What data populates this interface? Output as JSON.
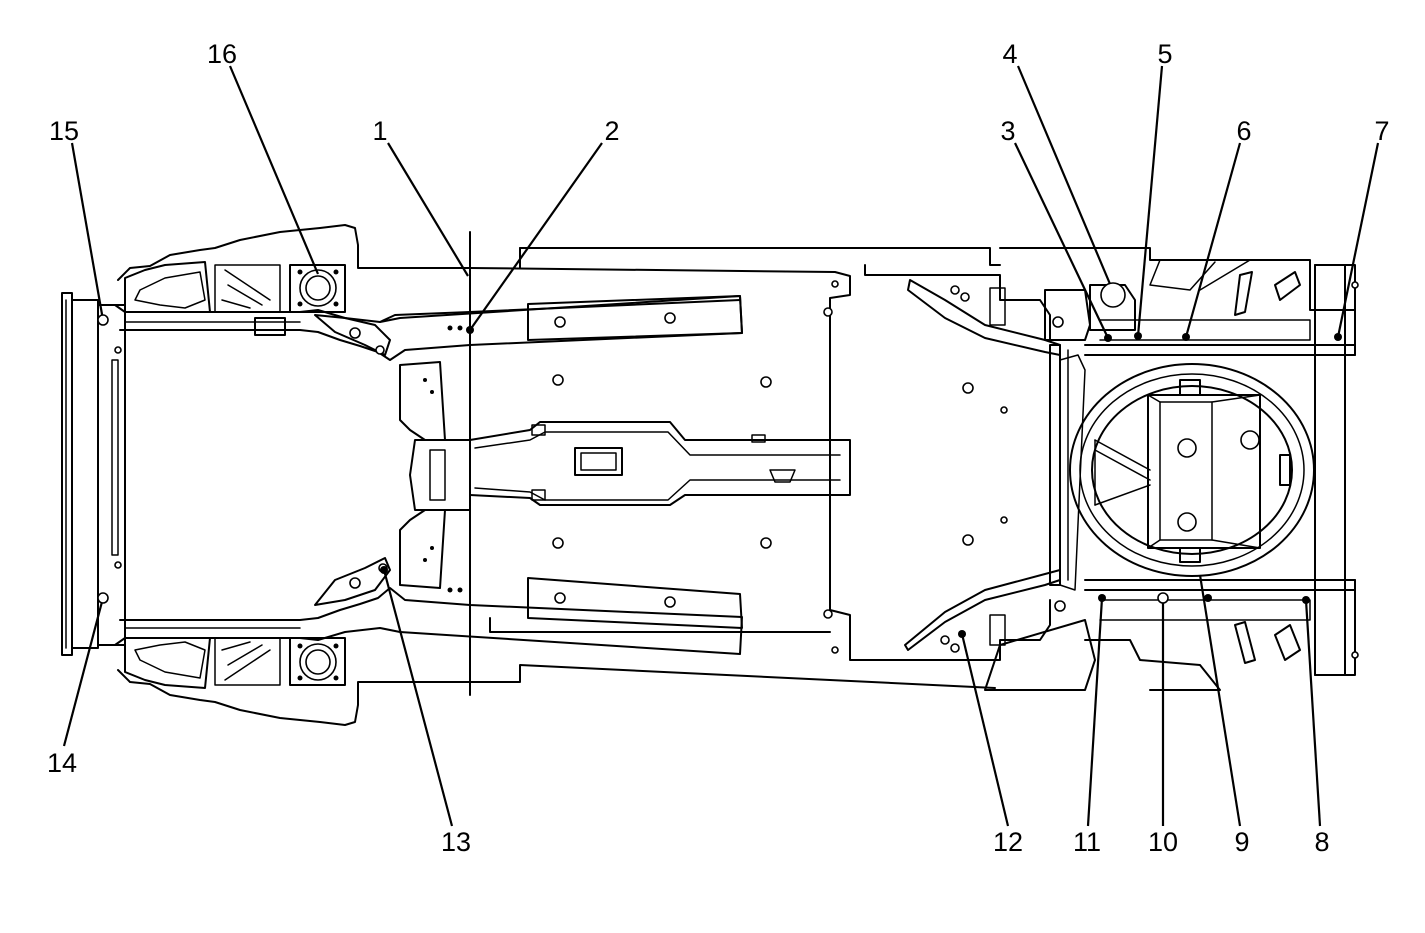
{
  "diagram": {
    "colors": {
      "line": "#000000",
      "background": "#ffffff"
    },
    "callouts": [
      {
        "id": "1",
        "label": "1"
      },
      {
        "id": "2",
        "label": "2"
      },
      {
        "id": "3",
        "label": "3"
      },
      {
        "id": "4",
        "label": "4"
      },
      {
        "id": "5",
        "label": "5"
      },
      {
        "id": "6",
        "label": "6"
      },
      {
        "id": "7",
        "label": "7"
      },
      {
        "id": "8",
        "label": "8"
      },
      {
        "id": "9",
        "label": "9"
      },
      {
        "id": "10",
        "label": "10"
      },
      {
        "id": "11",
        "label": "11"
      },
      {
        "id": "12",
        "label": "12"
      },
      {
        "id": "13",
        "label": "13"
      },
      {
        "id": "14",
        "label": "14"
      },
      {
        "id": "15",
        "label": "15"
      },
      {
        "id": "16",
        "label": "16"
      }
    ]
  }
}
